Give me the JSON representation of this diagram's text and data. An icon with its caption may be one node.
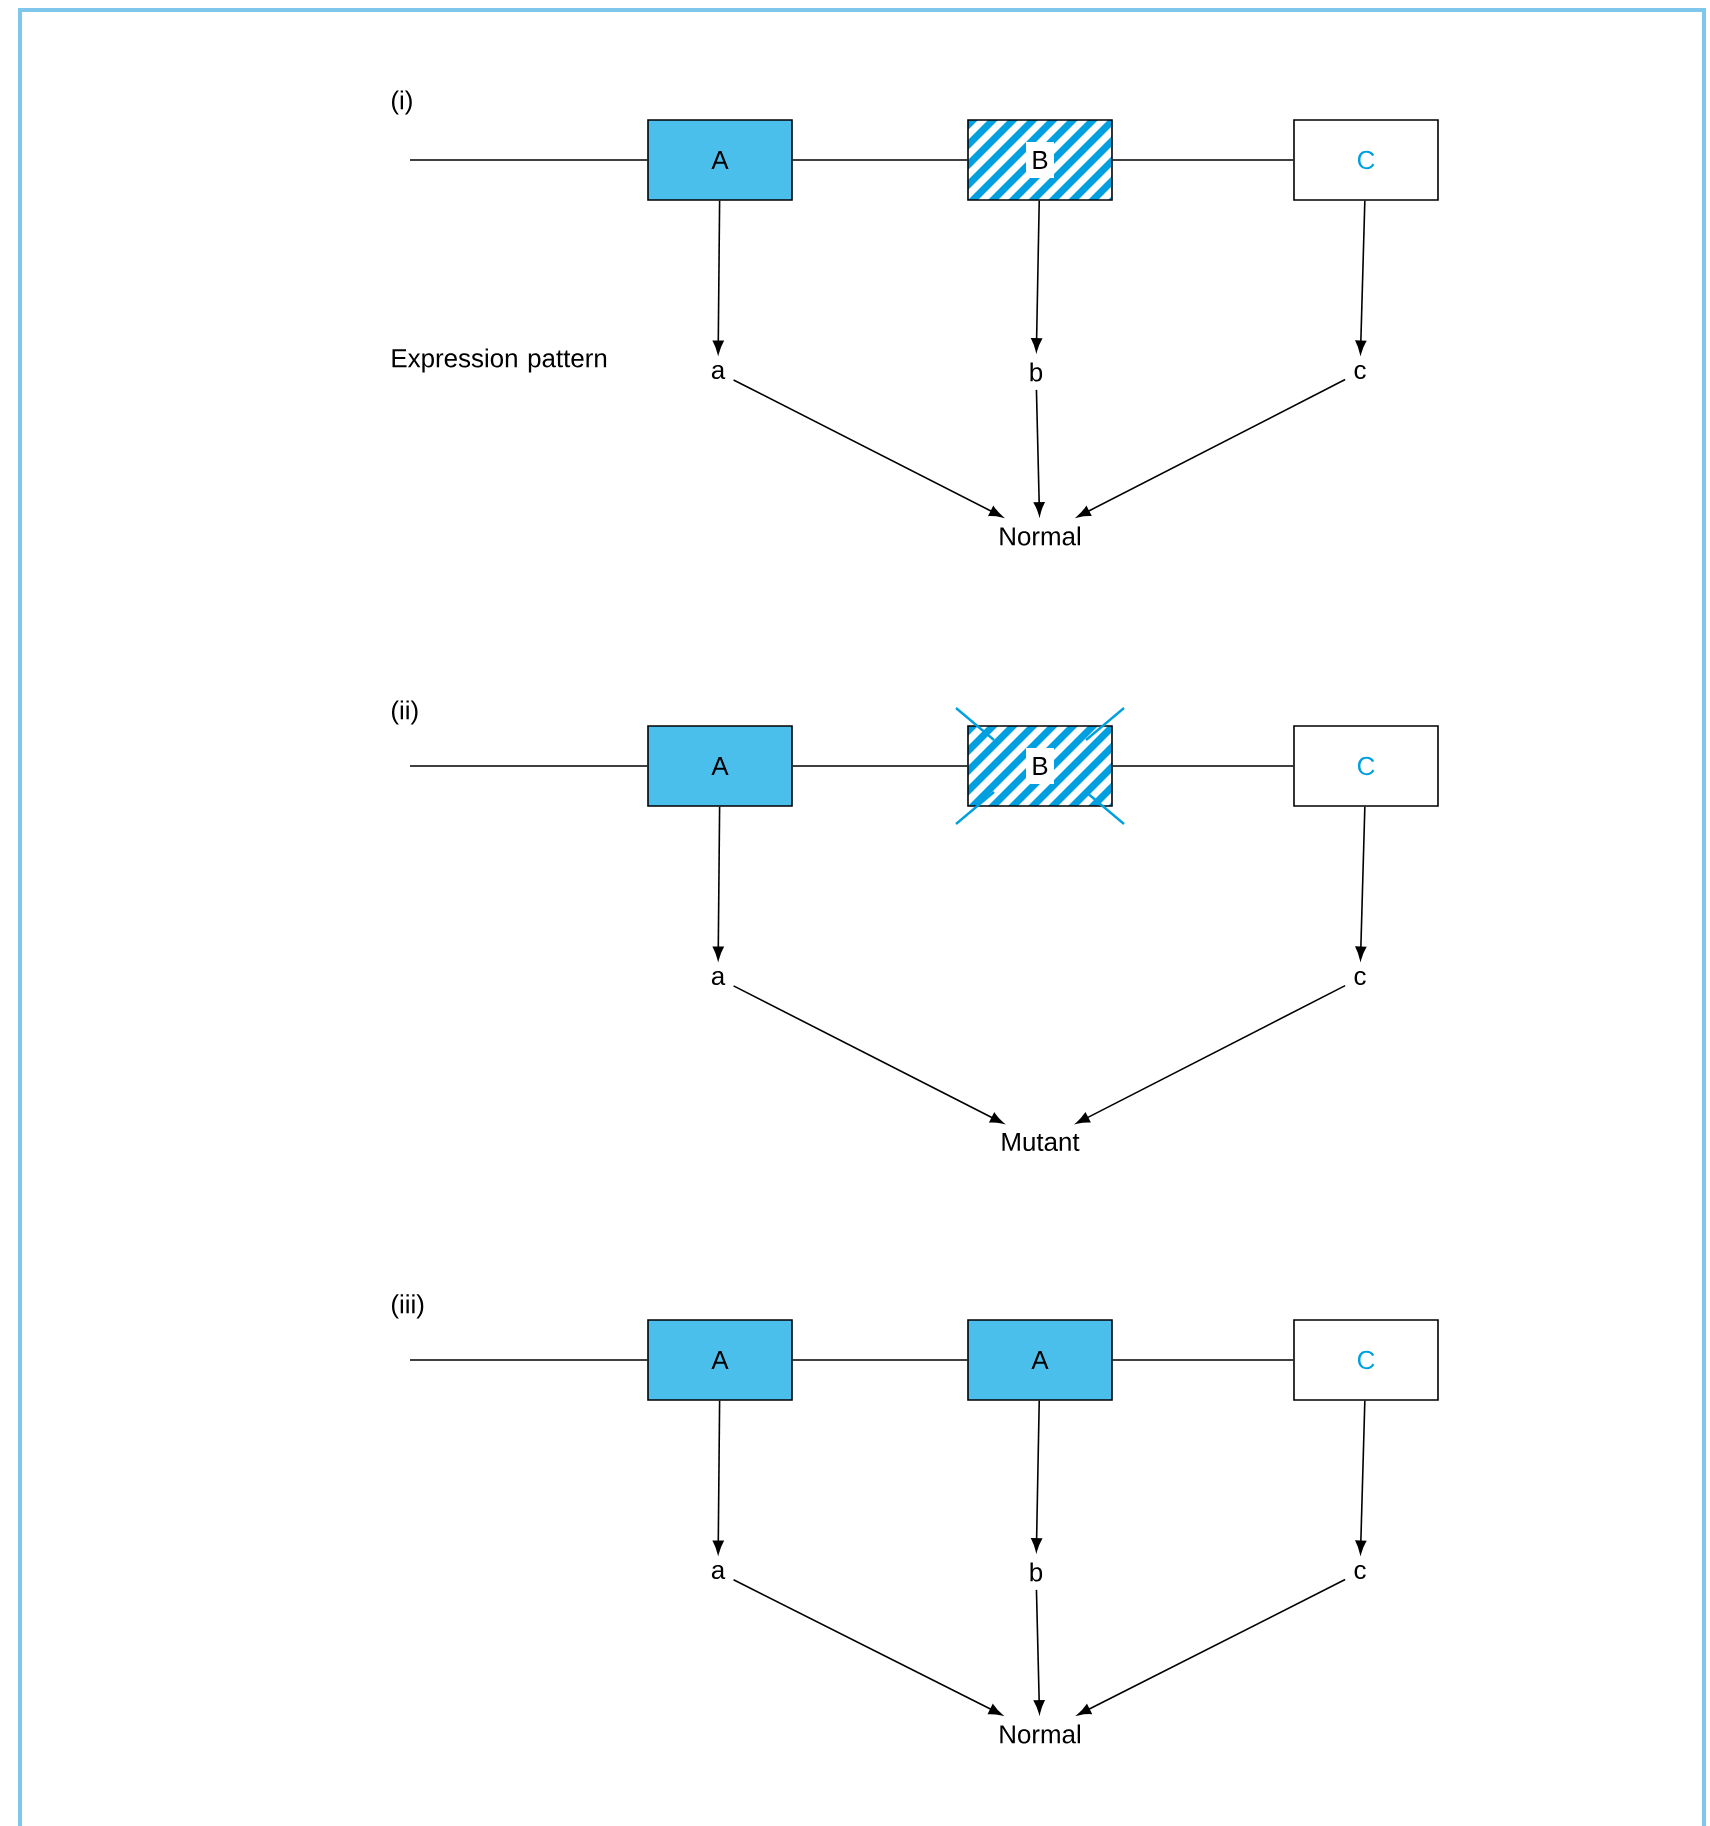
{
  "diagram": {
    "nodes": [
      {
        "text": [
          "A"
        ]
      },
      {
        "text": [
          "B"
        ]
      },
      {
        "text": [
          "C"
        ]
      },
      {
        "text": [
          "a"
        ]
      },
      {
        "text": [
          "b"
        ]
      },
      {
        "text": [
          "c"
        ]
      },
      {
        "text": [
          "Normal"
        ]
      },
      {
        "text": [
          "A"
        ]
      },
      {
        "text": [
          "B"
        ]
      },
      {
        "text": [
          "C"
        ]
      },
      {
        "text": [
          "a"
        ]
      },
      {
        "text": [
          "c"
        ]
      },
      {
        "text": [
          "Mutant"
        ]
      },
      {
        "text": [
          "A"
        ]
      },
      {
        "text": [
          "A"
        ]
      },
      {
        "text": [
          "C"
        ]
      },
      {
        "text": [
          "a"
        ]
      },
      {
        "text": [
          "b"
        ]
      },
      {
        "text": [
          "c"
        ]
      },
      {
        "text": [
          "Normal"
        ]
      }
    ],
    "edges": [
      {
        "from": null,
        "to": 0,
        "arrow": "none"
      },
      {
        "from": 0,
        "to": 1,
        "arrow": "none"
      },
      {
        "from": 1,
        "to": 2,
        "arrow": "none"
      },
      {
        "from": 0,
        "to": 3,
        "arrow": "to"
      },
      {
        "from": 1,
        "to": 4,
        "arrow": "to"
      },
      {
        "from": 2,
        "to": 5,
        "arrow": "to"
      },
      {
        "from": 3,
        "to": 6,
        "arrow": "to"
      },
      {
        "from": 4,
        "to": 6,
        "arrow": "to"
      },
      {
        "from": 5,
        "to": 6,
        "arrow": "to"
      },
      {
        "from": null,
        "to": 7,
        "arrow": "none"
      },
      {
        "from": 7,
        "to": 8,
        "arrow": "none"
      },
      {
        "from": 8,
        "to": 9,
        "arrow": "none"
      },
      {
        "from": 7,
        "to": 10,
        "arrow": "to"
      },
      {
        "from": 9,
        "to": 11,
        "arrow": "to"
      },
      {
        "from": 10,
        "to": 12,
        "arrow": "to"
      },
      {
        "from": 11,
        "to": 12,
        "arrow": "to"
      },
      {
        "from": null,
        "to": 13,
        "arrow": "none"
      },
      {
        "from": 13,
        "to": 14,
        "arrow": "none"
      },
      {
        "from": 14,
        "to": 15,
        "arrow": "none"
      },
      {
        "from": 13,
        "to": 16,
        "arrow": "to"
      },
      {
        "from": 14,
        "to": 17,
        "arrow": "to"
      },
      {
        "from": 15,
        "to": 18,
        "arrow": "to"
      },
      {
        "from": 16,
        "to": 19,
        "arrow": "to"
      },
      {
        "from": 17,
        "to": 19,
        "arrow": "to"
      },
      {
        "from": 18,
        "to": 19,
        "arrow": "to"
      }
    ],
    "labels": [
      "(i)",
      "Expression pattern",
      "(ii)",
      "(iii)"
    ]
  }
}
